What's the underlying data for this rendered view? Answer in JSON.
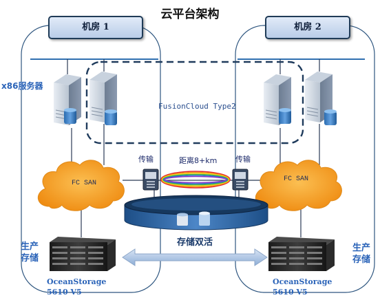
{
  "title": "云平台架构",
  "rooms": [
    {
      "name": "机房 1",
      "storage_model": "OceanStorage 5610 V5",
      "storage_role": "生产存储",
      "transfer_label": "传输"
    },
    {
      "name": "机房 2",
      "storage_model": "OceanStorage 5610 V5",
      "storage_role": "生产存储",
      "transfer_label": "传输"
    }
  ],
  "server_label": "x86服务器",
  "cloud_platform": "FusionCloud Type2",
  "san_label": "FC SAN",
  "distance_label": "距离8+km",
  "center_storage_label": "存储双活",
  "colors": {
    "room_border": "#2d557f",
    "cloud_fill": "#f39a1f",
    "accent_blue": "#2a63b8",
    "dashed_frame": "#1f3b5c"
  }
}
